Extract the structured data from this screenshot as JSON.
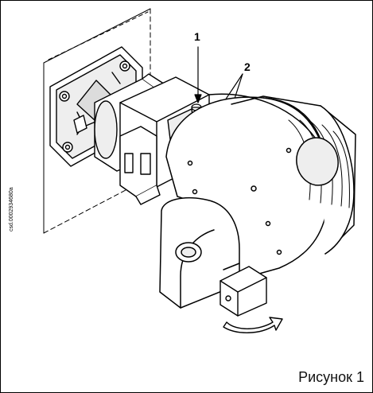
{
  "figure": {
    "callout_1": "1",
    "callout_2": "2",
    "doc_code": "0002934680a",
    "doc_code_prefix": "csd.",
    "caption": "Рисунок 1"
  },
  "colors": {
    "line": "#000000",
    "fill": "#ffffff",
    "shade": "#e6e6e6",
    "dark": "#9a9a9a"
  }
}
